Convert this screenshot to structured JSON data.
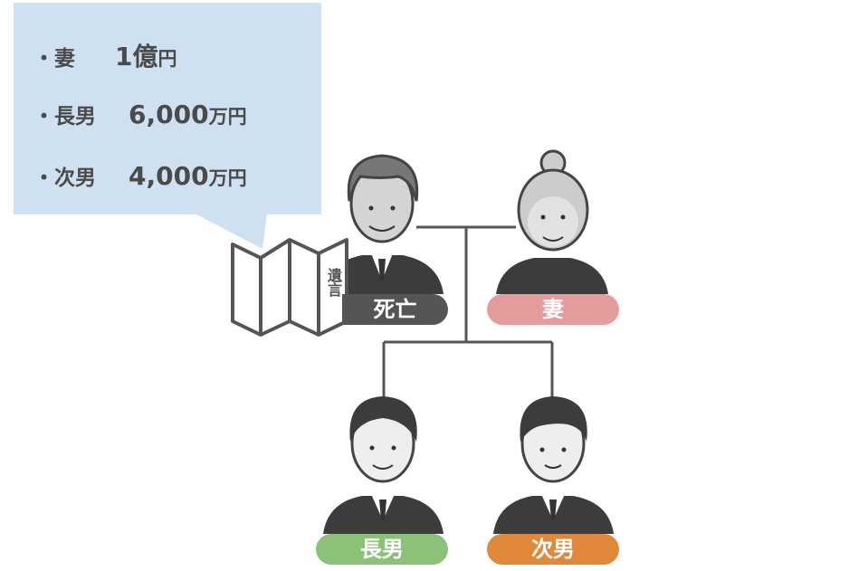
{
  "will": {
    "label": "遺言",
    "shares": [
      {
        "heir": "・妻",
        "amount": "1億",
        "unit": "円"
      },
      {
        "heir": "・長男",
        "amount": "6,000",
        "unit": "万円"
      },
      {
        "heir": "・次男",
        "amount": "4,000",
        "unit": "万円"
      }
    ]
  },
  "people": {
    "deceased": {
      "label": "死亡",
      "color": "#555555"
    },
    "wife": {
      "label": "妻",
      "color": "#e59c9c"
    },
    "eldest_son": {
      "label": "長男",
      "color": "#8cc17a"
    },
    "second_son": {
      "label": "次男",
      "color": "#e0893a"
    }
  }
}
